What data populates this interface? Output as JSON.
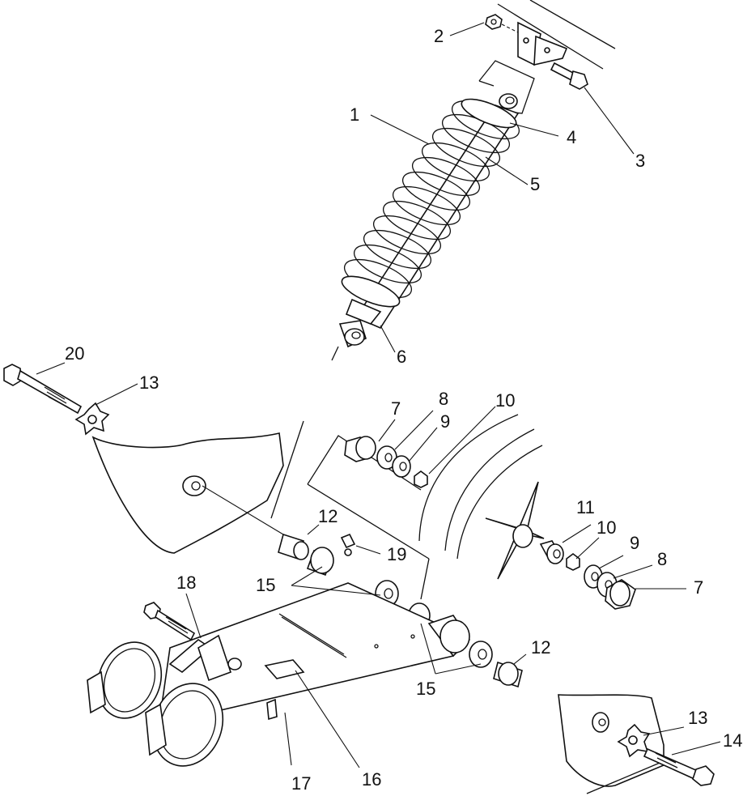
{
  "callouts": {
    "c1": "1",
    "c2": "2",
    "c3": "3",
    "c4": "4",
    "c5": "5",
    "c6": "6",
    "c7a": "7",
    "c7b": "7",
    "c8a": "8",
    "c8b": "8",
    "c9a": "9",
    "c9b": "9",
    "c10a": "10",
    "c10b": "10",
    "c11": "11",
    "c12a": "12",
    "c12b": "12",
    "c13a": "13",
    "c13b": "13",
    "c14": "14",
    "c15a": "15",
    "c15b": "15",
    "c16": "16",
    "c17": "17",
    "c18": "18",
    "c19": "19",
    "c20": "20"
  }
}
